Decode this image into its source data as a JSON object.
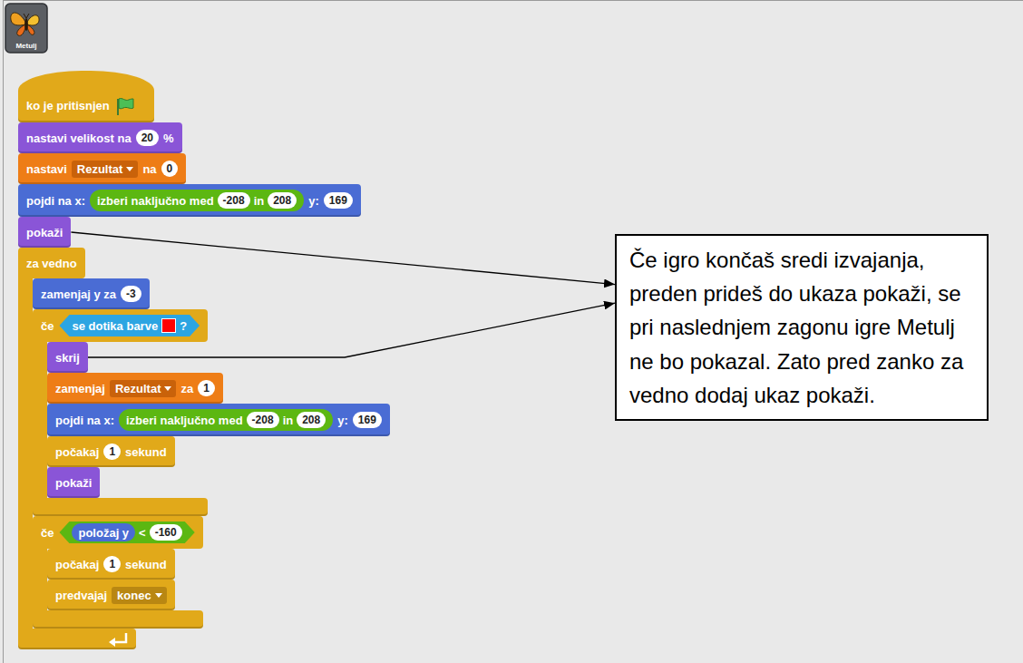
{
  "diagram": {
    "nodes": [
      {
        "text": [
          "ko je pritisnjen"
        ]
      },
      {
        "text": [
          "nastavi velikost na",
          "20",
          "%"
        ]
      },
      {
        "text": [
          "nastavi",
          "Rezultat",
          "na",
          "0"
        ]
      },
      {
        "text": [
          "pojdi na x:",
          "y:",
          "169"
        ]
      },
      {
        "text": [
          "izberi naključno med",
          "-208",
          "in",
          "208"
        ],
        "in": 3
      },
      {
        "text": [
          "pokaži"
        ]
      },
      {
        "text": [
          "za vedno"
        ]
      },
      {
        "text": [
          "zamenjaj y za",
          "-3"
        ],
        "in": 6
      },
      {
        "text": [
          "če"
        ],
        "in": 6
      },
      {
        "text": [
          "se dotika barve",
          "?"
        ],
        "in": 8
      },
      {
        "text": [
          "skrij"
        ],
        "in": 8
      },
      {
        "text": [
          "zamenjaj",
          "Rezultat",
          "za",
          "1"
        ],
        "in": 8
      },
      {
        "text": [
          "pojdi na x:",
          "y:",
          "169"
        ],
        "in": 8
      },
      {
        "text": [
          "izberi naključno med",
          "-208",
          "in",
          "208"
        ],
        "in": 12
      },
      {
        "text": [
          "počakaj",
          "1",
          "sekund"
        ],
        "in": 8
      },
      {
        "text": [
          "pokaži"
        ],
        "in": 8
      },
      {
        "text": [
          "če"
        ],
        "in": 6
      },
      {
        "text": [
          "<",
          "-160"
        ],
        "in": 16
      },
      {
        "text": [
          "položaj y"
        ],
        "in": 17
      },
      {
        "text": [
          "počakaj",
          "1",
          "sekund"
        ],
        "in": 16
      },
      {
        "text": [
          "predvajaj",
          "konec"
        ],
        "in": 16
      },
      {
        "text": [
          "Če igro končaš sredi izvajanja, preden prideš do ukaza pokaži, se pri naslednjem zagonu igre Metulj ne bo pokazal. Zato pred zanko za vedno dodaj ukaz pokaži."
        ]
      }
    ],
    "edges": [
      {
        "from": 5,
        "to": 21,
        "arrow": "to"
      },
      {
        "from": 10,
        "to": 21,
        "arrow": "to"
      }
    ],
    "labels": [
      "Metulj"
    ]
  }
}
